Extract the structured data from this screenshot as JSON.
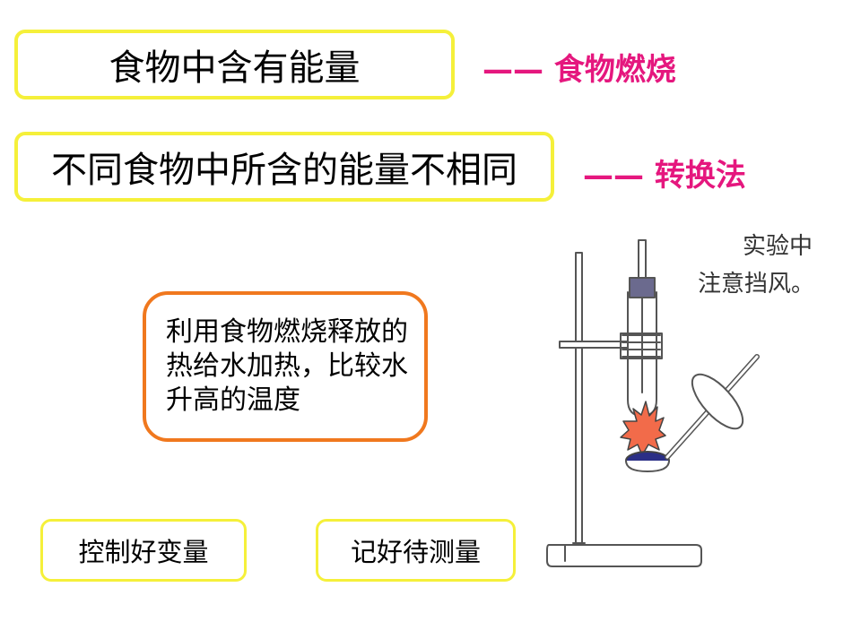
{
  "boxes": {
    "box1": "食物中含有能量",
    "box2": "不同食物中所含的能量不相同",
    "orange": "利用食物燃烧释放的热给水加热，比较水升高的温度",
    "box3": "控制好变量",
    "box4": "记好待测量"
  },
  "annotations": {
    "first": "—— 食物燃烧",
    "second": "—— 转换法"
  },
  "note": {
    "line1": "实验中",
    "line2": "注意挡风。"
  },
  "colors": {
    "yellow_border": "#f5f03a",
    "orange_border": "#f0781e",
    "pink_text": "#e5177e",
    "stopper": "#6b6a8e",
    "flame": "#f26b4a",
    "spoon_fill": "#2b2f86"
  },
  "icons": {
    "apparatus": "food-burning-apparatus-icon"
  }
}
